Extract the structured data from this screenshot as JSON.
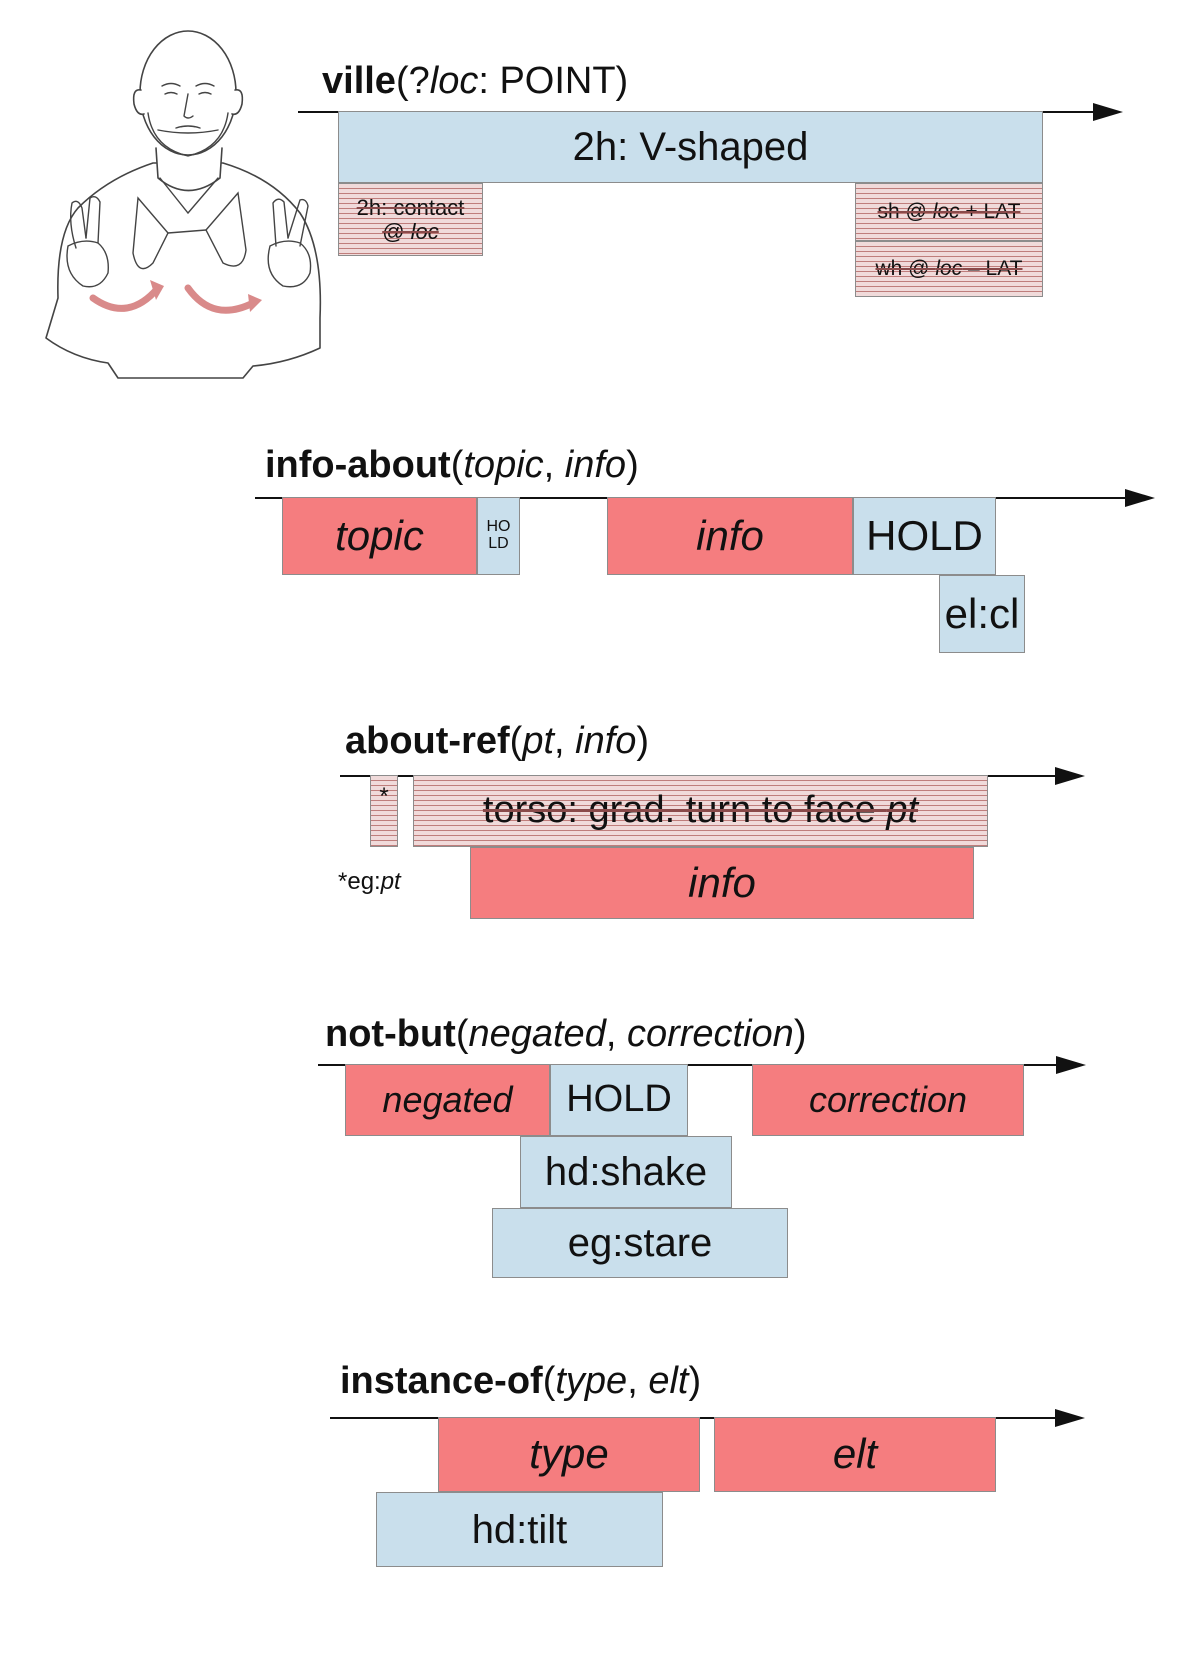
{
  "diagrams": {
    "ville": {
      "fn": "ville",
      "args_open": "(?",
      "arg_loc": "loc",
      "args_close": ": POINT)",
      "main": "2h: V-shaped",
      "contact_line1": "2h: contact",
      "contact_at": "@ ",
      "contact_loc": "loc",
      "sh_prefix": "sh @ ",
      "sh_loc": "loc",
      "sh_suffix": " + LAT",
      "wh_prefix": "wh @ ",
      "wh_loc": "loc",
      "wh_suffix": " – LAT"
    },
    "info_about": {
      "fn": "info-about",
      "arg1": "topic",
      "arg2": "info",
      "topic": "topic",
      "hold_small_1": "HO",
      "hold_small_2": "LD",
      "info": "info",
      "hold": "HOLD",
      "elcl": "el:cl"
    },
    "about_ref": {
      "fn": "about-ref",
      "arg1": "pt",
      "arg2": "info",
      "star": "*",
      "torso_text": "torso: grad. turn to face ",
      "torso_pt": "pt",
      "note_prefix": "*eg:",
      "note_pt": "pt",
      "info": "info"
    },
    "not_but": {
      "fn": "not-but",
      "arg1": "negated",
      "arg2": "correction",
      "negated": "negated",
      "hold": "HOLD",
      "correction": "correction",
      "hdshake": "hd:shake",
      "egstare": "eg:stare"
    },
    "instance_of": {
      "fn": "instance-of",
      "arg1": "type",
      "arg2": "elt",
      "type": "type",
      "elt": "elt",
      "hdtilt": "hd:tilt"
    }
  },
  "colors": {
    "manual_blue": "#c9dfec",
    "role_red": "#f57d7f",
    "striped_light": "#f0dada",
    "striped_line": "#bf7d7b"
  },
  "icons": {
    "illustration": "signer-illustration"
  }
}
